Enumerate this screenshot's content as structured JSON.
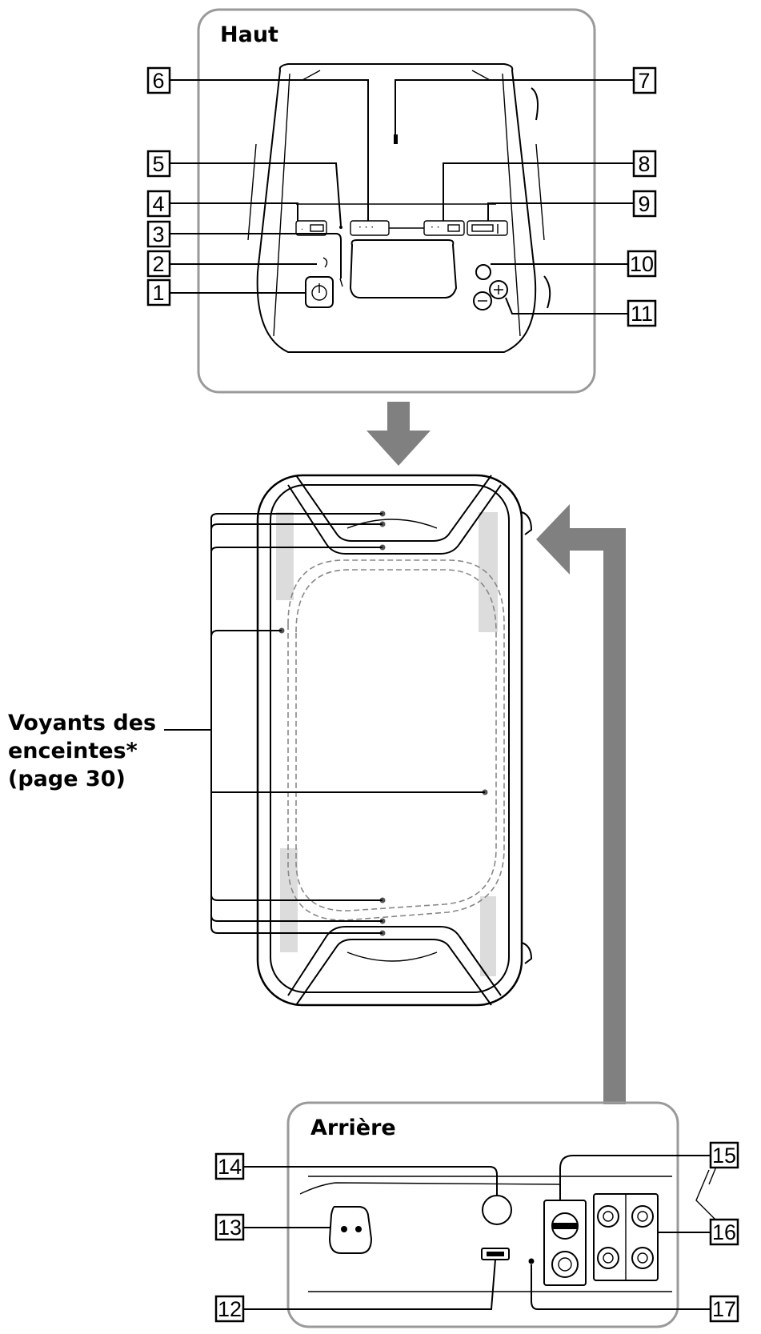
{
  "panels": {
    "top_title": "Haut",
    "rear_title": "Arrière"
  },
  "side_label": {
    "line1": "Voyants des",
    "line2": "enceintes*",
    "line3": "(page 30)"
  },
  "callouts": [
    "1",
    "2",
    "3",
    "4",
    "5",
    "6",
    "7",
    "8",
    "9",
    "10",
    "11",
    "12",
    "13",
    "14",
    "15",
    "16",
    "17"
  ],
  "colors": {
    "frame": "#9a9a9a",
    "arrow": "#808080",
    "line": "#000000"
  }
}
